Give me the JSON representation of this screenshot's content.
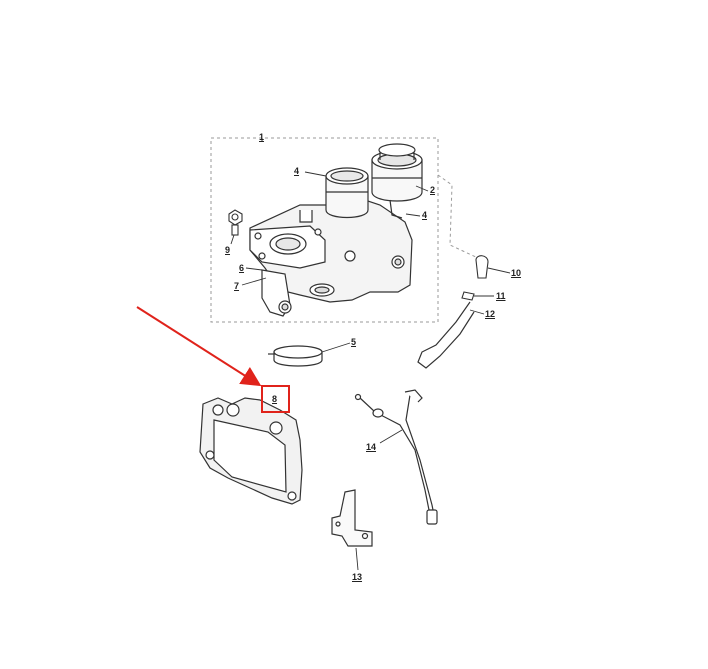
{
  "diagram": {
    "callouts": [
      {
        "id": "c1",
        "text": "1"
      },
      {
        "id": "c2",
        "text": "2"
      },
      {
        "id": "c4a",
        "text": "4"
      },
      {
        "id": "c4b",
        "text": "4"
      },
      {
        "id": "c5",
        "text": "5"
      },
      {
        "id": "c6",
        "text": "6"
      },
      {
        "id": "c7",
        "text": "7"
      },
      {
        "id": "c8",
        "text": "8"
      },
      {
        "id": "c9",
        "text": "9"
      },
      {
        "id": "c10",
        "text": "10"
      },
      {
        "id": "c11",
        "text": "11"
      },
      {
        "id": "c12",
        "text": "12"
      },
      {
        "id": "c13",
        "text": "13"
      },
      {
        "id": "c14",
        "text": "14"
      }
    ],
    "highlight_color": "#e0231b",
    "line_color": "#333333",
    "dash_color": "#9a9a9a"
  }
}
